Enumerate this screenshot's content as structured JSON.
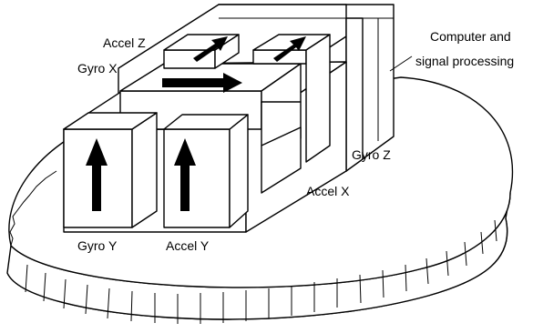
{
  "labels": {
    "accel_z": "Accel Z",
    "gyro_x": "Gyro X",
    "computer_line1": "Computer and",
    "computer_line2": "signal processing",
    "gyro_z": "Gyro Z",
    "accel_x": "Accel X",
    "gyro_y": "Gyro Y",
    "accel_y": "Accel Y"
  }
}
